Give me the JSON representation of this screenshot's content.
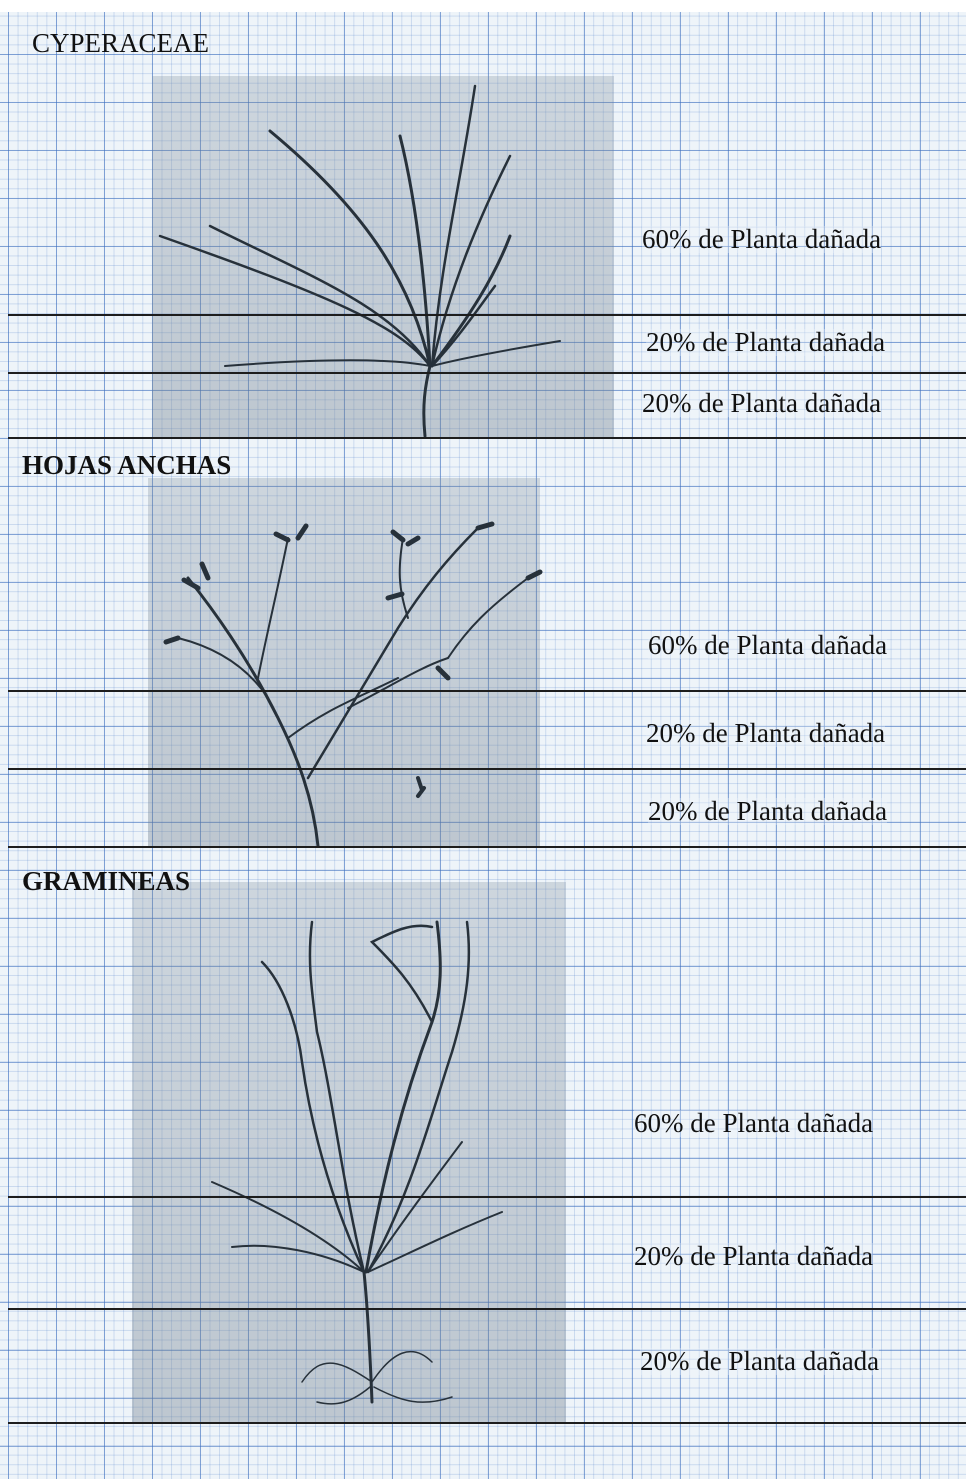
{
  "sections": [
    {
      "title": "CYPERACEAE",
      "zones": [
        {
          "label": "60% de Planta dañada"
        },
        {
          "label": "20% de Planta dañada"
        },
        {
          "label": "20% de Planta dañada"
        }
      ]
    },
    {
      "title": "HOJAS ANCHAS",
      "zones": [
        {
          "label": "60% de Planta dañada"
        },
        {
          "label": "20% de Planta dañada"
        },
        {
          "label": "20% de Planta dañada"
        }
      ]
    },
    {
      "title": "GRAMINEAS",
      "zones": [
        {
          "label": "60% de Planta dañada"
        },
        {
          "label": "20% de Planta dañada"
        },
        {
          "label": "20% de Planta dañada"
        }
      ]
    }
  ],
  "colors": {
    "paper": "#eef4f9",
    "grid": "#3c6ebe",
    "rule": "#1d1d1d",
    "plant": "#27313a"
  }
}
